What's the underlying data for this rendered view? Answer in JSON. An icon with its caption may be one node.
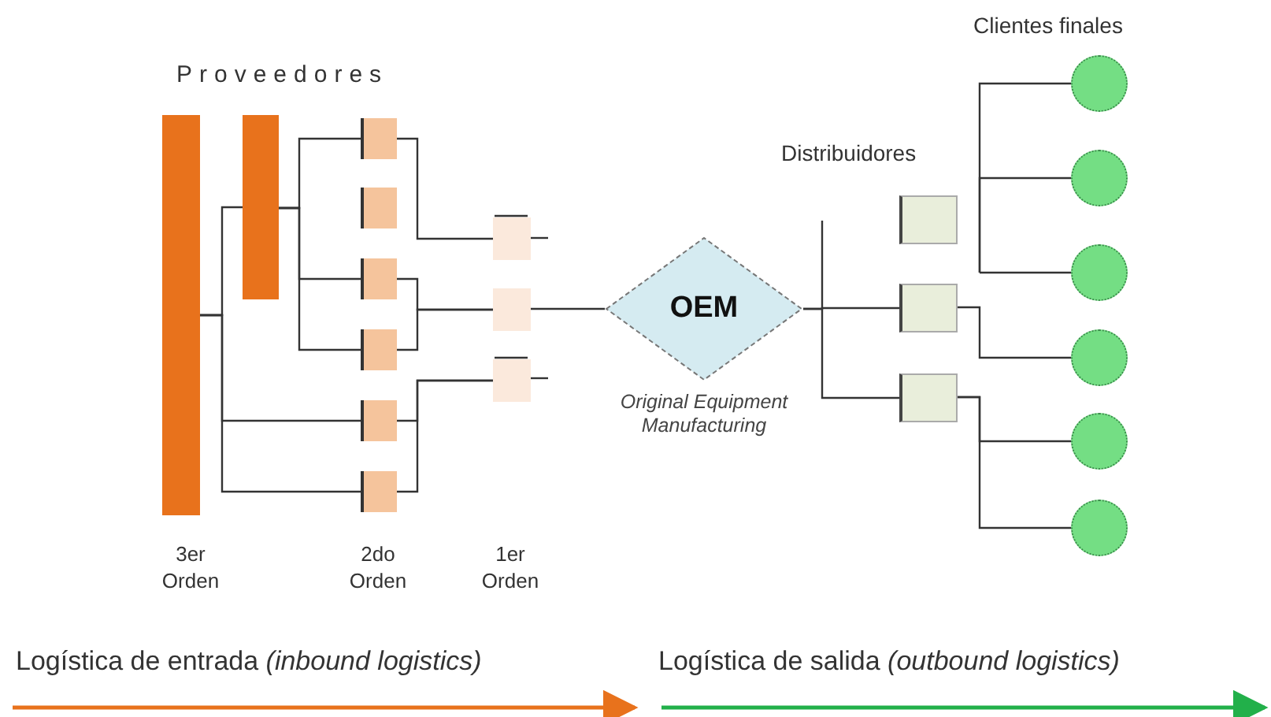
{
  "diagram": {
    "nodes": [
      {
        "text": [],
        "shape": "bar"
      },
      {
        "text": [],
        "shape": "bar"
      },
      {
        "text": [],
        "shape": "box"
      },
      {
        "text": [],
        "shape": "box"
      },
      {
        "text": [],
        "shape": "box"
      },
      {
        "text": [],
        "shape": "box"
      },
      {
        "text": [],
        "shape": "box"
      },
      {
        "text": [],
        "shape": "box"
      },
      {
        "text": [],
        "shape": "box"
      },
      {
        "text": [],
        "shape": "box"
      },
      {
        "text": [],
        "shape": "box"
      },
      {
        "text": [
          "OEM"
        ],
        "beside": [
          "Original Equipment Manufacturing"
        ]
      },
      {
        "text": [],
        "shape": "box"
      },
      {
        "text": [],
        "shape": "box"
      },
      {
        "text": [],
        "shape": "box"
      },
      {
        "text": [],
        "shape": "circle"
      },
      {
        "text": [],
        "shape": "circle"
      },
      {
        "text": [],
        "shape": "circle"
      },
      {
        "text": [],
        "shape": "circle"
      },
      {
        "text": [],
        "shape": "circle"
      },
      {
        "text": [],
        "shape": "circle"
      }
    ],
    "edges": [
      {
        "from": 0,
        "to": 1,
        "arrow": "none"
      },
      {
        "from": 0,
        "to": 6,
        "arrow": "none"
      },
      {
        "from": 0,
        "to": 7,
        "arrow": "none"
      },
      {
        "from": 1,
        "to": 2,
        "arrow": "none"
      },
      {
        "from": 1,
        "to": 4,
        "arrow": "none"
      },
      {
        "from": 1,
        "to": 5,
        "arrow": "none"
      },
      {
        "from": 2,
        "to": 8,
        "arrow": "none"
      },
      {
        "from": 4,
        "to": 9,
        "arrow": "none"
      },
      {
        "from": 5,
        "to": 9,
        "arrow": "none"
      },
      {
        "from": 6,
        "to": 10,
        "arrow": "none"
      },
      {
        "from": 7,
        "to": 10,
        "arrow": "none"
      },
      {
        "from": 9,
        "to": 11,
        "arrow": "none"
      },
      {
        "from": 11,
        "to": 13,
        "arrow": "none"
      },
      {
        "from": 11,
        "to": 14,
        "arrow": "none"
      },
      {
        "from": 13,
        "to": 18,
        "arrow": "none"
      },
      {
        "from": 14,
        "to": 19,
        "arrow": "none"
      },
      {
        "from": 14,
        "to": 20,
        "arrow": "none"
      },
      {
        "from": null,
        "to": 15,
        "arrow": "none"
      },
      {
        "from": null,
        "to": 16,
        "arrow": "none"
      },
      {
        "from": null,
        "to": 17,
        "arrow": "none"
      }
    ],
    "labels": [
      "Clientes finales",
      "Proveedores",
      "Distribuidores",
      "3er Orden",
      "2do Orden",
      "1er Orden",
      "Logística de entrada *(inbound logistics)*",
      "Logística de salida *(outbound logistics)*"
    ]
  }
}
